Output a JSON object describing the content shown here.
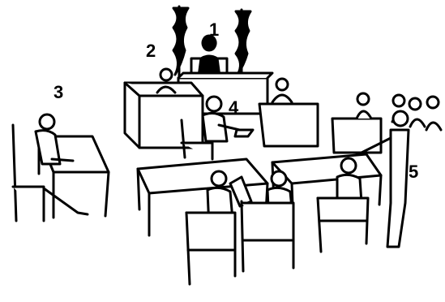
{
  "labels": {
    "n1": "1",
    "n2": "2",
    "n3": "3",
    "n4": "4",
    "n5": "5"
  },
  "colors": {
    "ink": "#000000",
    "paper": "#ffffff"
  }
}
